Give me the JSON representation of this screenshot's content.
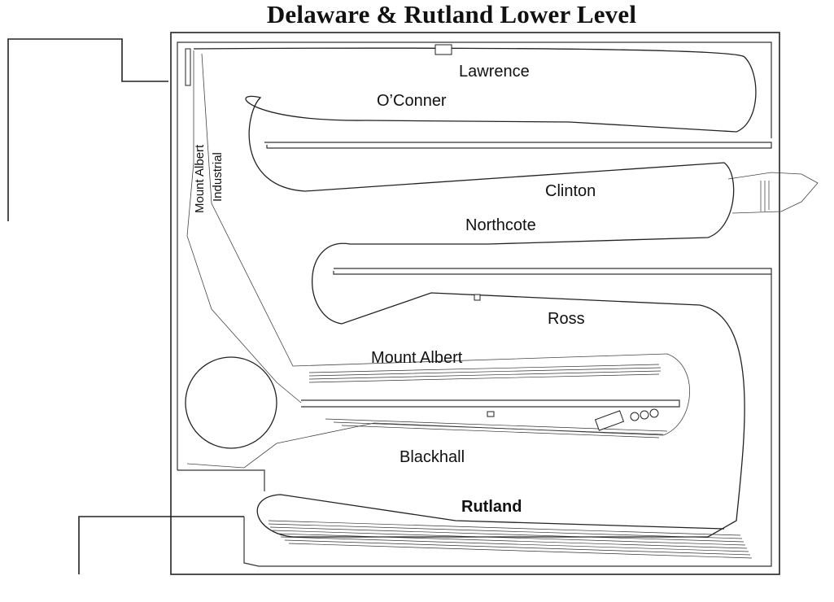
{
  "title": "Delaware & Rutland Lower Level",
  "labels": {
    "lawrence": "Lawrence",
    "oconner": "O’Conner",
    "clinton": "Clinton",
    "northcote": "Northcote",
    "ross": "Ross",
    "mount_albert": "Mount Albert",
    "blackhall": "Blackhall",
    "rutland": "Rutland",
    "mount_albert_vertical": "Mount Albert",
    "industrial_vertical": "Industrial"
  },
  "colors": {
    "line": "#222222",
    "background": "#ffffff"
  }
}
